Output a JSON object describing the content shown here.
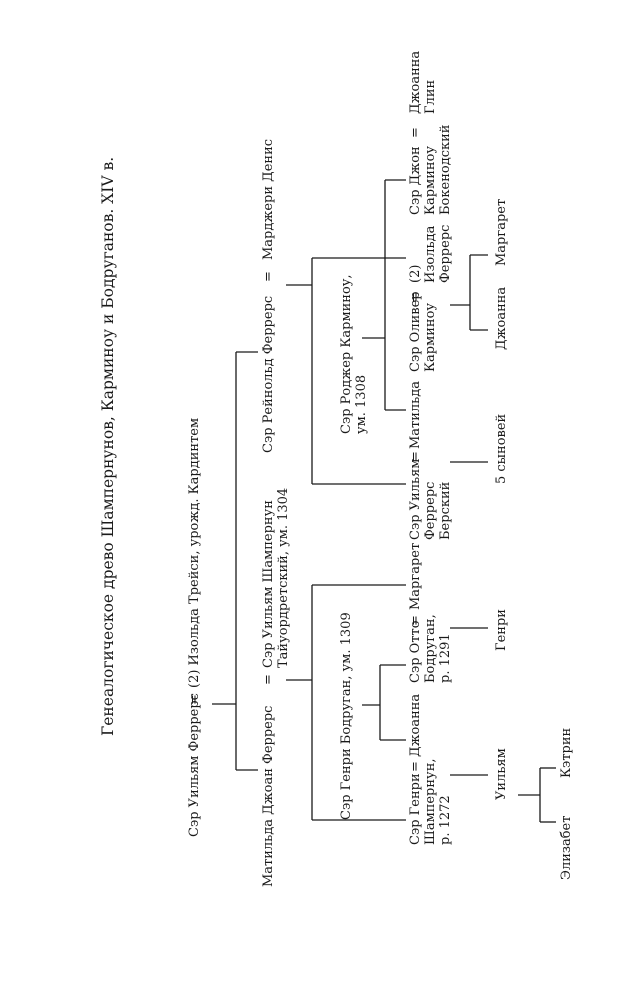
{
  "title": "Генеалогическое древо Шампернунов, Карминоу и Бодруганов. XIV в.",
  "marriage_sign": "=",
  "people": {
    "william_ferrers": [
      "Сэр Уильям Феррерс"
    ],
    "isolda_tracy": [
      "(2) Изольда Трейси, урожд. Кардинтем"
    ],
    "matilda_joan": [
      "Матильда Джоан Феррерс"
    ],
    "william_champernoun": [
      "Сэр Уильям Шампернун",
      "Тайуордретский, ум. 1304"
    ],
    "reynold_ferrers": [
      "Сэр Рейнольд Феррерс"
    ],
    "margery_denis": [
      "Марджери Денис"
    ],
    "henry_bodrugan": [
      "Сэр Генри Бодруган, ум. 1309"
    ],
    "roger_carminow": [
      "Сэр Роджер Карминоу,",
      "ум. 1308"
    ],
    "henry_champernoun": [
      "Сэр Генри",
      "Шампернун,",
      "р. 1272"
    ],
    "joanna_1": [
      "Джоанна"
    ],
    "otto_bodrugan": [
      "Сэр Отто",
      "Бодруган,",
      "р. 1291"
    ],
    "margaret_1": [
      "Маргарет"
    ],
    "william_ferrers_bere": [
      "Сэр Уильям",
      "Феррерс",
      "Берский"
    ],
    "matilda": [
      "Матильда"
    ],
    "oliver_carminow": [
      "Сэр Оливер",
      "Карминоу"
    ],
    "isolda_ferrers": [
      "(2)",
      "Изольда",
      "Феррерс"
    ],
    "john_carminow": [
      "Сэр Джон",
      "Карминоу",
      "Бокенодский"
    ],
    "joanna_glynn": [
      "Джоанна",
      "Глин"
    ],
    "william_jr": [
      "Уильям"
    ],
    "henry_jr": [
      "Генри"
    ],
    "five_sons": [
      "5 сыновей"
    ],
    "joanna_2": [
      "Джоанна"
    ],
    "margaret_2": [
      "Маргарет"
    ],
    "elizabeth": [
      "Элизабет"
    ],
    "katherine": [
      "Кэтрин"
    ]
  }
}
